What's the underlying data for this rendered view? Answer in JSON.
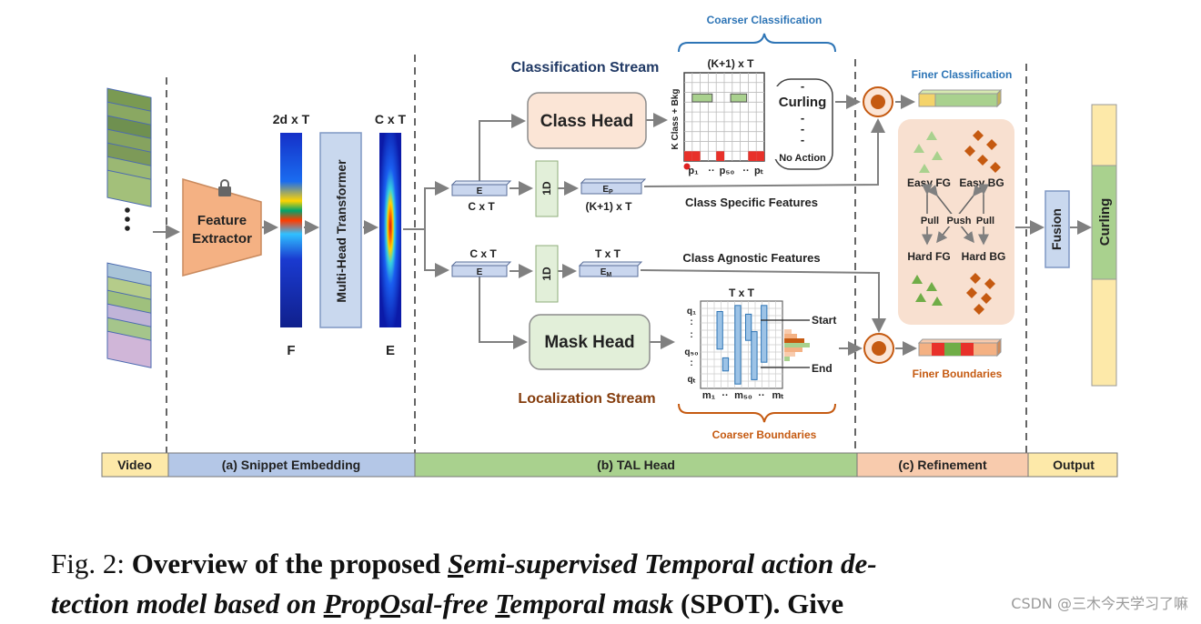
{
  "title_classification_stream": "Classification Stream",
  "title_localization_stream": "Localization Stream",
  "coarser_classification": "Coarser Classification",
  "coarser_boundaries": "Coarser Boundaries",
  "finer_classification": "Finer Classification",
  "finer_boundaries": "Finer Boundaries",
  "feature_extractor": [
    "Feature",
    "Extractor"
  ],
  "dim_2dxT": "2d x T",
  "dim_CxT_top": "C x T",
  "label_F": "F",
  "label_E": "E",
  "transformer": "Multi-Head Transformer",
  "class_head": "Class Head",
  "mask_head": "Mask Head",
  "cls_E": "E",
  "cls_CxT": "C x T",
  "oned": "1D",
  "Ep": "E",
  "Ep_sub": "P",
  "K1xT_bottom": "(K+1) x T",
  "K1xT_top": "(K+1) x T",
  "class_specific": "Class Specific Features",
  "class_agnostic": "Class Agnostic Features",
  "loc_CxT": "C x T",
  "loc_E": "E",
  "TxT_feat": "T x T",
  "Em": "E",
  "Em_sub": "M",
  "matrix_ylabel": "K Class + Bkg",
  "pred_list": [
    "-",
    "Curling",
    "-",
    "-",
    "-",
    "No Action"
  ],
  "p_labels": [
    "p₁",
    "··",
    "p₅₀",
    "··",
    "pₜ"
  ],
  "mask_TxT": "T x T",
  "q_labels": [
    "q₁",
    ":",
    ":",
    "q₅₀",
    ":",
    "qₜ"
  ],
  "m_labels": [
    "m₁",
    "··",
    "m₅₀",
    "··",
    "mₜ"
  ],
  "start": "Start",
  "end": "End",
  "easy_fg": "Easy FG",
  "easy_bg": "Easy BG",
  "hard_fg": "Hard FG",
  "hard_bg": "Hard BG",
  "pull_left": "Pull",
  "push": "Push",
  "pull_right": "Pull",
  "fusion": "Fusion",
  "output_label": "Curling",
  "bottom_bar": [
    "Video",
    "(a) Snippet Embedding",
    "(b) TAL Head",
    "(c) Refinement",
    "Output"
  ],
  "caption": {
    "fig": "Fig. 2:",
    "bold1": "Overview of the proposed",
    "s": "S",
    "emi": "emi-supervised Temporal action de-",
    "line2a": "tection model based on",
    "p": "P",
    "rop": "rop",
    "o": "O",
    "sal": "sal-free",
    "t": "T",
    "emporal": "emporal mask",
    "spot": "(SPOT). Give",
    "watermark": "CSDN @三木今天学习了嘛"
  },
  "colors": {
    "video_bar": "#fde9a9",
    "embed_bar": "#b4c7e7",
    "tal_bar": "#a9d18e",
    "refine_bar": "#f8cbad",
    "output_bar": "#fde9a9",
    "class_head_fill": "#fbe5d6",
    "mask_head_fill": "#e2efd9",
    "extractor_fill": "#f4b183",
    "transformer_fill": "#c9d8ee",
    "title_blue": "#1f3864",
    "title_brown": "#843c0c",
    "coarse_blue": "#2e75b6",
    "coarse_orange": "#c55a11"
  }
}
